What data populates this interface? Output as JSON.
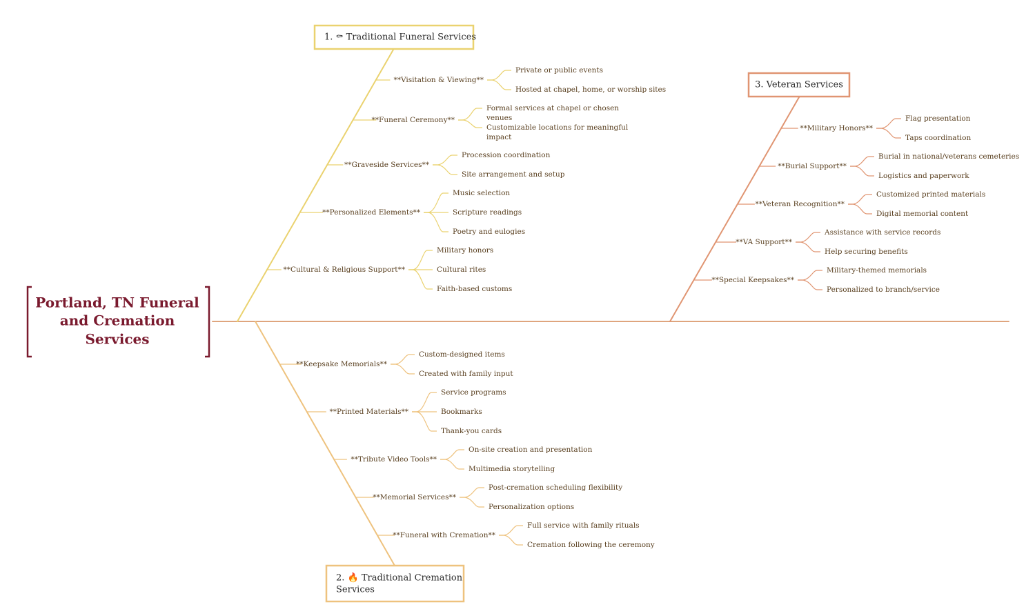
{
  "diagram": {
    "root": {
      "lines": [
        "Portland, TN Funeral",
        "and Cremation",
        "Services"
      ]
    },
    "branches": [
      {
        "title_lines": [
          "1. ⚰ Traditional Funeral Services"
        ],
        "color": "#ead26f",
        "icon": "coffin-icon",
        "groups": [
          {
            "label": "**Visitation & Viewing**",
            "items": [
              "Private or public events",
              "Hosted at chapel, home, or worship sites"
            ]
          },
          {
            "label": "**Funeral Ceremony**",
            "items": [
              "Formal services at chapel or chosen venues",
              "Customizable locations for meaningful impact"
            ]
          },
          {
            "label": "**Graveside Services**",
            "items": [
              "Procession coordination",
              "Site arrangement and setup"
            ]
          },
          {
            "label": "**Personalized Elements**",
            "items": [
              "Music selection",
              "Scripture readings",
              "Poetry and eulogies"
            ]
          },
          {
            "label": "**Cultural & Religious Support**",
            "items": [
              "Military honors",
              "Cultural rites",
              "Faith-based customs"
            ]
          }
        ]
      },
      {
        "title_lines": [
          "2. 🔥  Traditional Cremation",
          "Services"
        ],
        "color": "#eec27e",
        "icon": "flame-icon",
        "groups": [
          {
            "label": "**Keepsake Memorials**",
            "items": [
              "Custom-designed items",
              "Created with family input"
            ]
          },
          {
            "label": "**Printed Materials**",
            "items": [
              "Service programs",
              "Bookmarks",
              "Thank-you cards"
            ]
          },
          {
            "label": "**Tribute Video Tools**",
            "items": [
              "On-site creation and presentation",
              "Multimedia storytelling"
            ]
          },
          {
            "label": "**Memorial Services**",
            "items": [
              "Post-cremation scheduling flexibility",
              "Personalization options"
            ]
          },
          {
            "label": "**Funeral with Cremation**",
            "items": [
              "Full service with family rituals",
              "Cremation following the ceremony"
            ]
          }
        ]
      },
      {
        "title_lines": [
          "3. Veteran Services"
        ],
        "color": "#e09572",
        "icon": "",
        "groups": [
          {
            "label": "**Military Honors**",
            "items": [
              "Flag presentation",
              "Taps coordination"
            ]
          },
          {
            "label": "**Burial Support**",
            "items": [
              "Burial in national/veterans cemeteries",
              "Logistics and paperwork"
            ]
          },
          {
            "label": "**Veteran Recognition**",
            "items": [
              "Customized printed materials",
              "Digital memorial content"
            ]
          },
          {
            "label": "**VA Support**",
            "items": [
              "Assistance with service records",
              "Help securing benefits"
            ]
          },
          {
            "label": "**Special Keepsakes**",
            "items": [
              "Military-themed memorials",
              "Personalized to branch/service"
            ]
          }
        ]
      }
    ],
    "colors": {
      "spine": "#dfa57e",
      "root_text": "#7a1a2e",
      "bracket": "#7a1a2e",
      "label": "#5a4020"
    }
  }
}
